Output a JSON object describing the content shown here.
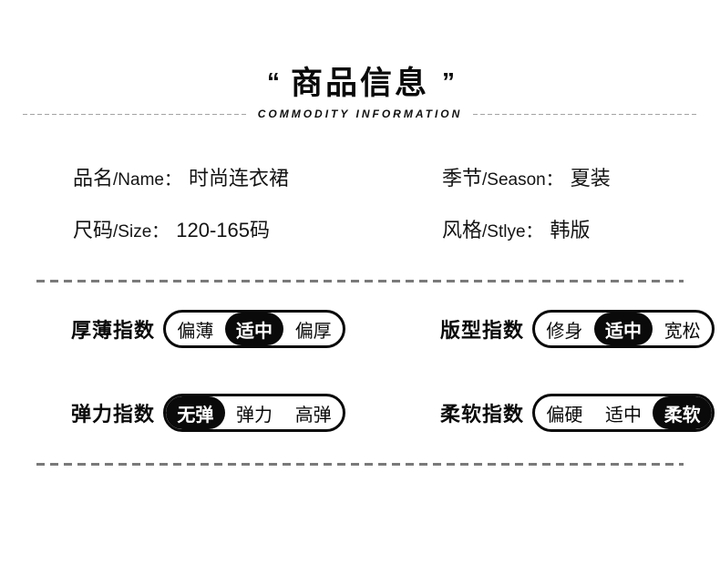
{
  "page": {
    "background_color": "#ffffff",
    "text_color": "#141414",
    "accent_color": "#0a0a0a",
    "divider_color": "#7a7a7a",
    "thin_dash_color": "#a3a3a3",
    "selected_text_color": "#ffffff"
  },
  "header": {
    "quote_open": "“",
    "quote_close": "”",
    "title": "商品信息",
    "subtitle": "COMMODITY INFORMATION"
  },
  "info_fields": [
    {
      "label_cn": "品名",
      "label_en": "/Name：",
      "value": "时尚连衣裙"
    },
    {
      "label_cn": "季节",
      "label_en": "/Season：",
      "value": "夏装"
    },
    {
      "label_cn": "尺码",
      "label_en": "/Size：",
      "value": "120-165码"
    },
    {
      "label_cn": "风格",
      "label_en": "/Stlye：",
      "value": "韩版"
    }
  ],
  "index_rows": [
    {
      "label": "厚薄指数",
      "options": [
        {
          "text": "偏薄",
          "selected": false
        },
        {
          "text": "适中",
          "selected": true
        },
        {
          "text": "偏厚",
          "selected": false
        }
      ]
    },
    {
      "label": "版型指数",
      "options": [
        {
          "text": "修身",
          "selected": false
        },
        {
          "text": "适中",
          "selected": true
        },
        {
          "text": "宽松",
          "selected": false
        }
      ]
    },
    {
      "label": "弹力指数",
      "options": [
        {
          "text": "无弹",
          "selected": true
        },
        {
          "text": "弹力",
          "selected": false
        },
        {
          "text": "高弹",
          "selected": false
        }
      ]
    },
    {
      "label": "柔软指数",
      "options": [
        {
          "text": "偏硬",
          "selected": false
        },
        {
          "text": "适中",
          "selected": false
        },
        {
          "text": "柔软",
          "selected": true
        }
      ]
    }
  ]
}
